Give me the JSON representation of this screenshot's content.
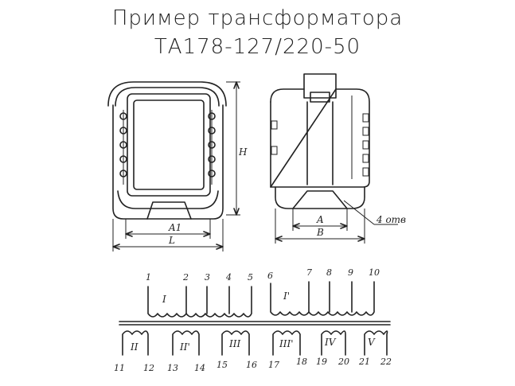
{
  "title": {
    "line1": "Пример трансформатора",
    "line2": "ТА178-127/220-50"
  },
  "front_view": {
    "dim_h": "H",
    "dim_a1": "A1",
    "dim_l": "L"
  },
  "side_view": {
    "dim_a": "A",
    "dim_b": "B",
    "holes_note": "4 отв"
  },
  "schematic": {
    "primary_top_labels": [
      "1",
      "2",
      "3",
      "4",
      "5",
      "6",
      "7",
      "8",
      "9",
      "10"
    ],
    "windings_top": [
      "I",
      "I'"
    ],
    "windings_bottom": [
      "II",
      "II'",
      "III",
      "III'",
      "IV",
      "V"
    ],
    "bottom_labels": [
      "11",
      "12",
      "13",
      "14",
      "15",
      "16",
      "17",
      "18",
      "19",
      "20",
      "21",
      "22"
    ]
  }
}
